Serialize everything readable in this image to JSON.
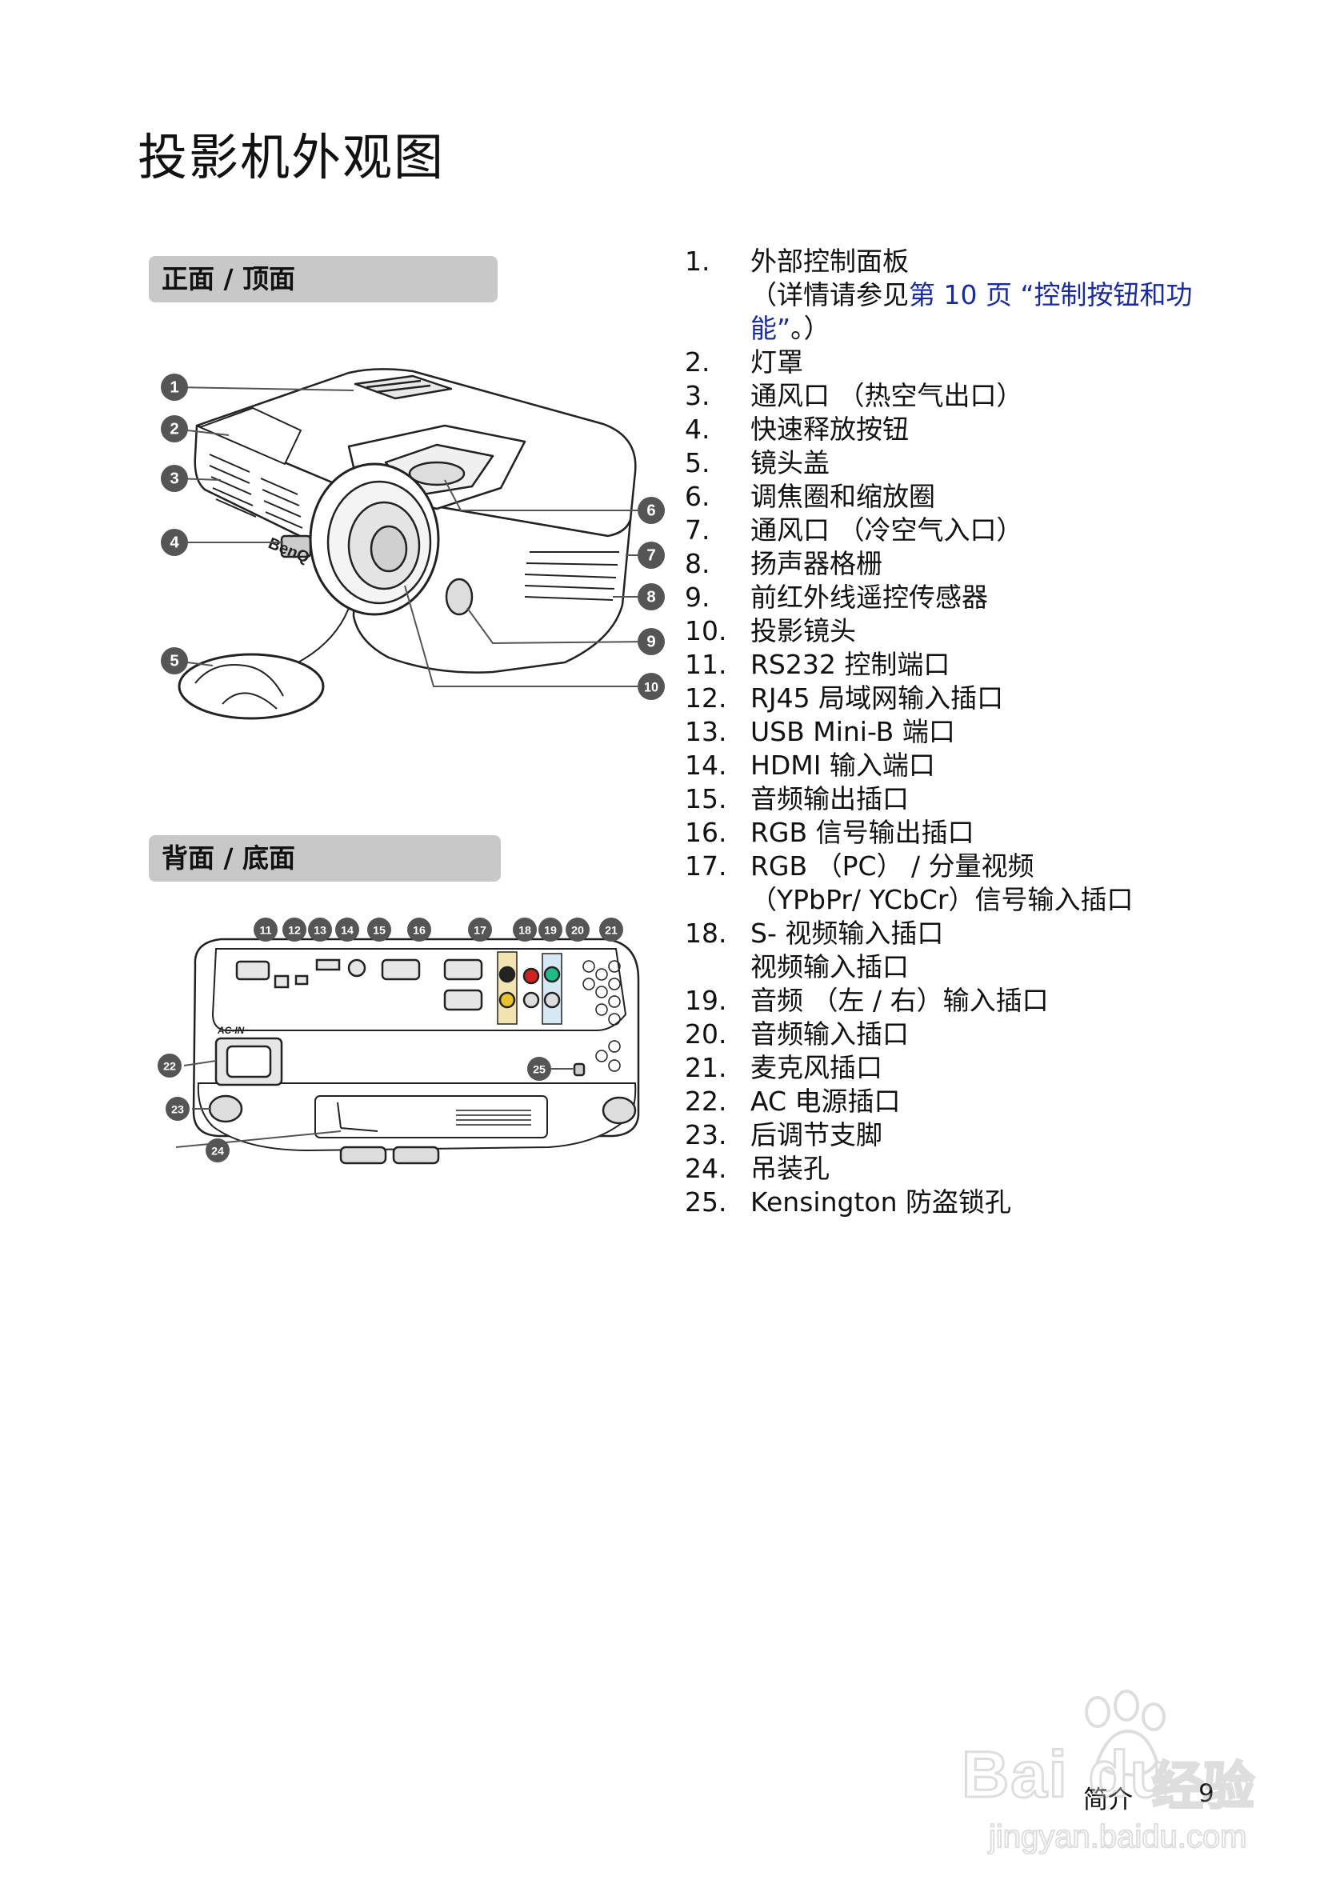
{
  "page_title": "投影机外观图",
  "sections": {
    "front_top": "正面 / 顶面",
    "back_bottom": "背面 / 底面"
  },
  "front_callouts": [
    "1",
    "2",
    "3",
    "4",
    "5",
    "6",
    "7",
    "8",
    "9",
    "10"
  ],
  "back_callouts": [
    "11",
    "12",
    "13",
    "14",
    "15",
    "16",
    "17",
    "18",
    "19",
    "20",
    "21",
    "22",
    "23",
    "24",
    "25"
  ],
  "device_labels": {
    "brand_logo": "BenQ",
    "ac_in": "AC-IN"
  },
  "parts": [
    {
      "num": "1.",
      "text": "外部控制面板",
      "note_prefix": "（详情请参见",
      "note_link": "第 10 页 “控制按钮和功能”",
      "note_suffix": "。）"
    },
    {
      "num": "2.",
      "text": "灯罩"
    },
    {
      "num": "3.",
      "text": "通风口 （热空气出口）"
    },
    {
      "num": "4.",
      "text": "快速释放按钮"
    },
    {
      "num": "5.",
      "text": "镜头盖"
    },
    {
      "num": "6.",
      "text": "调焦圈和缩放圈"
    },
    {
      "num": "7.",
      "text": "通风口 （冷空气入口）"
    },
    {
      "num": "8.",
      "text": "扬声器格栅"
    },
    {
      "num": "9.",
      "text": "前红外线遥控传感器"
    },
    {
      "num": "10.",
      "text": "投影镜头"
    },
    {
      "num": "11.",
      "text": "RS232 控制端口"
    },
    {
      "num": "12.",
      "text": "RJ45 局域网输入插口"
    },
    {
      "num": "13.",
      "text": "USB Mini-B 端口"
    },
    {
      "num": "14.",
      "text": "HDMI 输入端口"
    },
    {
      "num": "15.",
      "text": "音频输出插口"
    },
    {
      "num": "16.",
      "text": "RGB 信号输出插口"
    },
    {
      "num": "17.",
      "text": "RGB （PC） / 分量视频",
      "line2": "（YPbPr/ YCbCr）信号输入插口"
    },
    {
      "num": "18.",
      "text": "S- 视频输入插口",
      "line2": "视频输入插口"
    },
    {
      "num": "19.",
      "text": "音频 （左 / 右）输入插口"
    },
    {
      "num": "20.",
      "text": "音频输入插口"
    },
    {
      "num": "21.",
      "text": "麦克风插口"
    },
    {
      "num": "22.",
      "text": "AC 电源插口"
    },
    {
      "num": "23.",
      "text": "后调节支脚"
    },
    {
      "num": "24.",
      "text": "吊装孔"
    },
    {
      "num": "25.",
      "text": "Kensington 防盗锁孔"
    }
  ],
  "footer": {
    "section": "简介",
    "page": "9"
  },
  "watermark": {
    "brand": "Bai du",
    "cn": "经验",
    "url": "jingyan.baidu.com"
  },
  "colors": {
    "section_bar": "#c8c8c8",
    "link": "#1a2b9c",
    "callout": "#555555"
  }
}
